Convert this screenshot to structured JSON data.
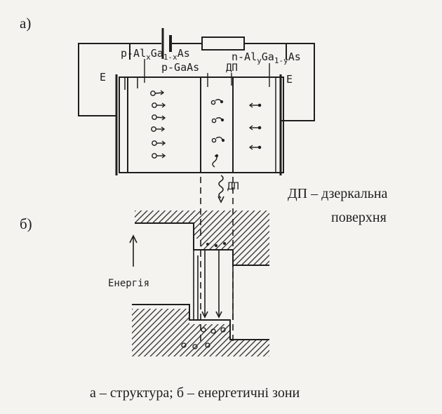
{
  "labels": {
    "part_a": "а)",
    "part_b": "б)",
    "p_layer_left": "p-Al",
    "p_layer_left_sub1": "x",
    "p_layer_left_mid": "Ga",
    "p_layer_left_sub2": "1-x",
    "p_layer_left_end": "As",
    "n_layer_right": "n-Al",
    "n_layer_right_sub1": "y",
    "n_layer_right_mid": "Ga",
    "n_layer_right_sub2": "1-y",
    "n_layer_right_end": "As",
    "active_layer": "p-GaAs",
    "mirror_top": "ДП",
    "mirror_bottom": "ДП",
    "electrode_left": "E",
    "electrode_right": "E",
    "energy_axis": "Енергія",
    "legend_line1": "ДП – дзеркальна",
    "legend_line2": "поверхня",
    "caption": "а – структура;  б – енергетичні зони"
  },
  "colors": {
    "ink": "#1e1e1e",
    "paper": "#f4f3ef"
  }
}
